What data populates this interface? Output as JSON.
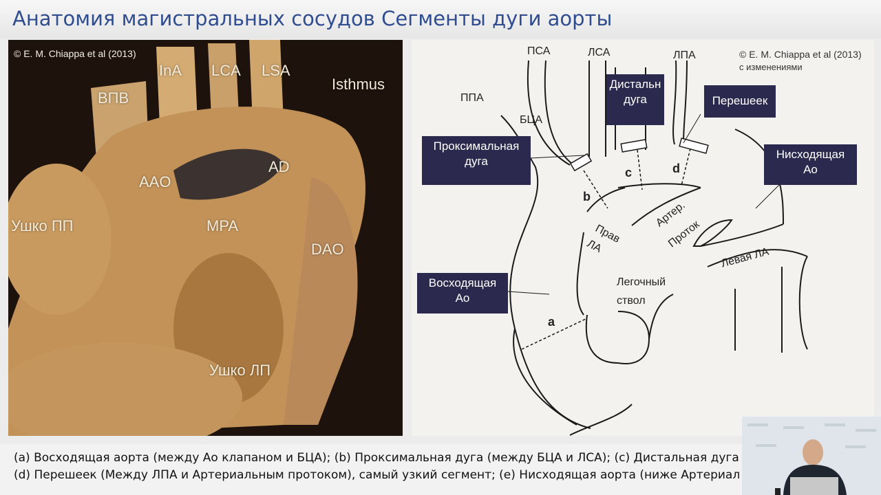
{
  "slide": {
    "title": "Анатомия магистральных сосудов Сегменты дуги аорты"
  },
  "photo": {
    "copyright": "© E. M. Chiappa et al (2013)",
    "labels": {
      "ina": "InA",
      "lca": "LCA",
      "lsa": "LSA",
      "vpv": "ВПВ",
      "isthmus": "Isthmus",
      "ad": "AD",
      "aao": "AAO",
      "ushko_pp": "Ушко ПП",
      "mpa": "MPA",
      "dao": "DAO",
      "ushko_lp": "Ушко ЛП"
    }
  },
  "diagram": {
    "copyright_line1": "© E. M. Chiappa et al (2013)",
    "copyright_line2": "с изменениями",
    "labels": {
      "psa": "ПСА",
      "lsa": "ЛСА",
      "lpa": "ЛПА",
      "ppa": "ППА",
      "bca": "БЦА",
      "b": "b",
      "c": "c",
      "d": "d",
      "a": "a",
      "prav": "Прав",
      "la": "ЛА",
      "arter": "Артер.",
      "protok": "Проток",
      "levaya_la": "Левая ЛА",
      "legochny": "Легочный",
      "stvol": "ствол"
    },
    "boxes": {
      "proximal_1": "Проксимальная",
      "proximal_2": "дуга",
      "distal_1": "Дистальн",
      "distal_2": "дуга",
      "isthmus": "Перешеек",
      "descending_1": "Нисходящая",
      "descending_2": "Ао",
      "ascending_1": "Восходящая",
      "ascending_2": "Ао"
    }
  },
  "caption": {
    "line1": "(a) Восходящая аорта (между Ао клапаном и БЦА); (b) Проксимальная дуга (между БЦА и ЛСА); (c) Дистальная дуга (",
    "line2": "(d) Перешеек (Между ЛПА и Артериальным протоком), самый узкий сегмент; (e) Нисходящая аорта (ниже Артериал"
  }
}
